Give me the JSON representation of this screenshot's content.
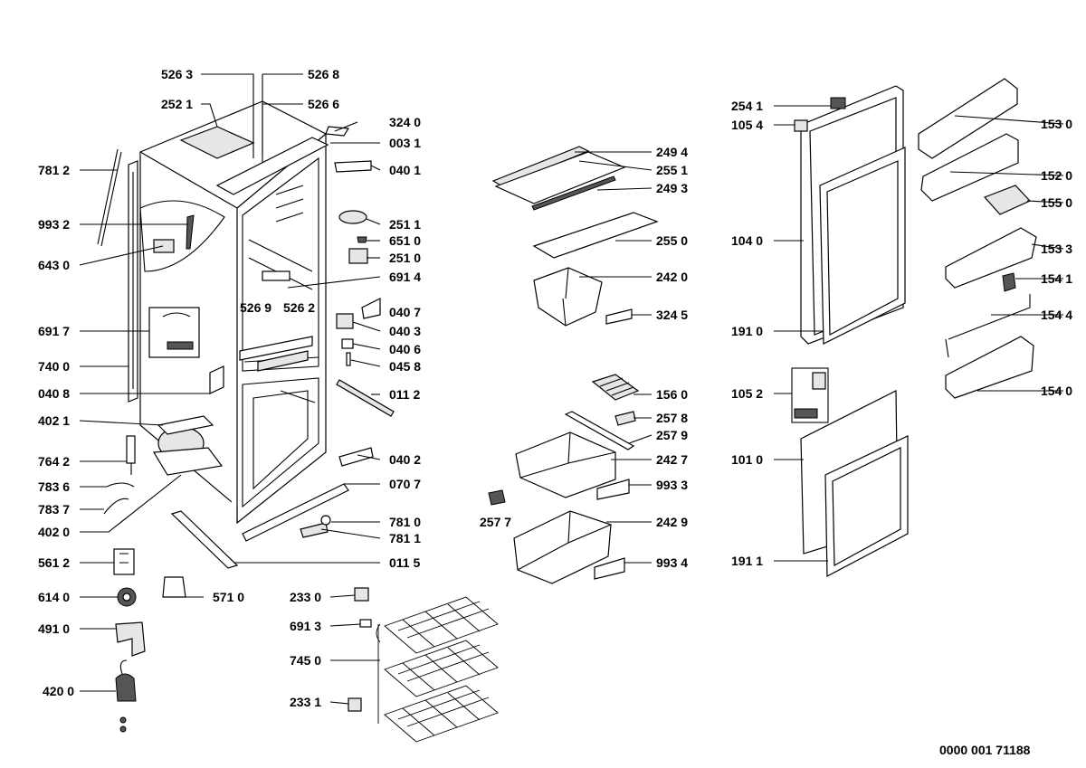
{
  "diagram_code": "0000 001 71188",
  "parts": [
    {
      "code": "526 3"
    },
    {
      "code": "526 8"
    },
    {
      "code": "252 1"
    },
    {
      "code": "526 6"
    },
    {
      "code": "324 0"
    },
    {
      "code": "003 1"
    },
    {
      "code": "781 2"
    },
    {
      "code": "040 1"
    },
    {
      "code": "993 2"
    },
    {
      "code": "251 1"
    },
    {
      "code": "651 0"
    },
    {
      "code": "643 0"
    },
    {
      "code": "251 0"
    },
    {
      "code": "691 4"
    },
    {
      "code": "040 7"
    },
    {
      "code": "526 9"
    },
    {
      "code": "526 2"
    },
    {
      "code": "691 7"
    },
    {
      "code": "040 3"
    },
    {
      "code": "040 6"
    },
    {
      "code": "740 0"
    },
    {
      "code": "045 8"
    },
    {
      "code": "040 8"
    },
    {
      "code": "011 2"
    },
    {
      "code": "402 1"
    },
    {
      "code": "764 2"
    },
    {
      "code": "040 2"
    },
    {
      "code": "783 6"
    },
    {
      "code": "070 7"
    },
    {
      "code": "783 7"
    },
    {
      "code": "781 0"
    },
    {
      "code": "402 0"
    },
    {
      "code": "781 1"
    },
    {
      "code": "561 2"
    },
    {
      "code": "011 5"
    },
    {
      "code": "614 0"
    },
    {
      "code": "571 0"
    },
    {
      "code": "491 0"
    },
    {
      "code": "420 0"
    },
    {
      "code": "249 4"
    },
    {
      "code": "255 1"
    },
    {
      "code": "249 3"
    },
    {
      "code": "255 0"
    },
    {
      "code": "242 0"
    },
    {
      "code": "324 5"
    },
    {
      "code": "156 0"
    },
    {
      "code": "257 8"
    },
    {
      "code": "257 9"
    },
    {
      "code": "242 7"
    },
    {
      "code": "993 3"
    },
    {
      "code": "257 7"
    },
    {
      "code": "242 9"
    },
    {
      "code": "993 4"
    },
    {
      "code": "233 0"
    },
    {
      "code": "691 3"
    },
    {
      "code": "745 0"
    },
    {
      "code": "233 1"
    },
    {
      "code": "254 1"
    },
    {
      "code": "105 4"
    },
    {
      "code": "153 0"
    },
    {
      "code": "152 0"
    },
    {
      "code": "155 0"
    },
    {
      "code": "104 0"
    },
    {
      "code": "153 3"
    },
    {
      "code": "154 1"
    },
    {
      "code": "154 4"
    },
    {
      "code": "191 0"
    },
    {
      "code": "105 2"
    },
    {
      "code": "154 0"
    },
    {
      "code": "101 0"
    },
    {
      "code": "191 1"
    }
  ]
}
